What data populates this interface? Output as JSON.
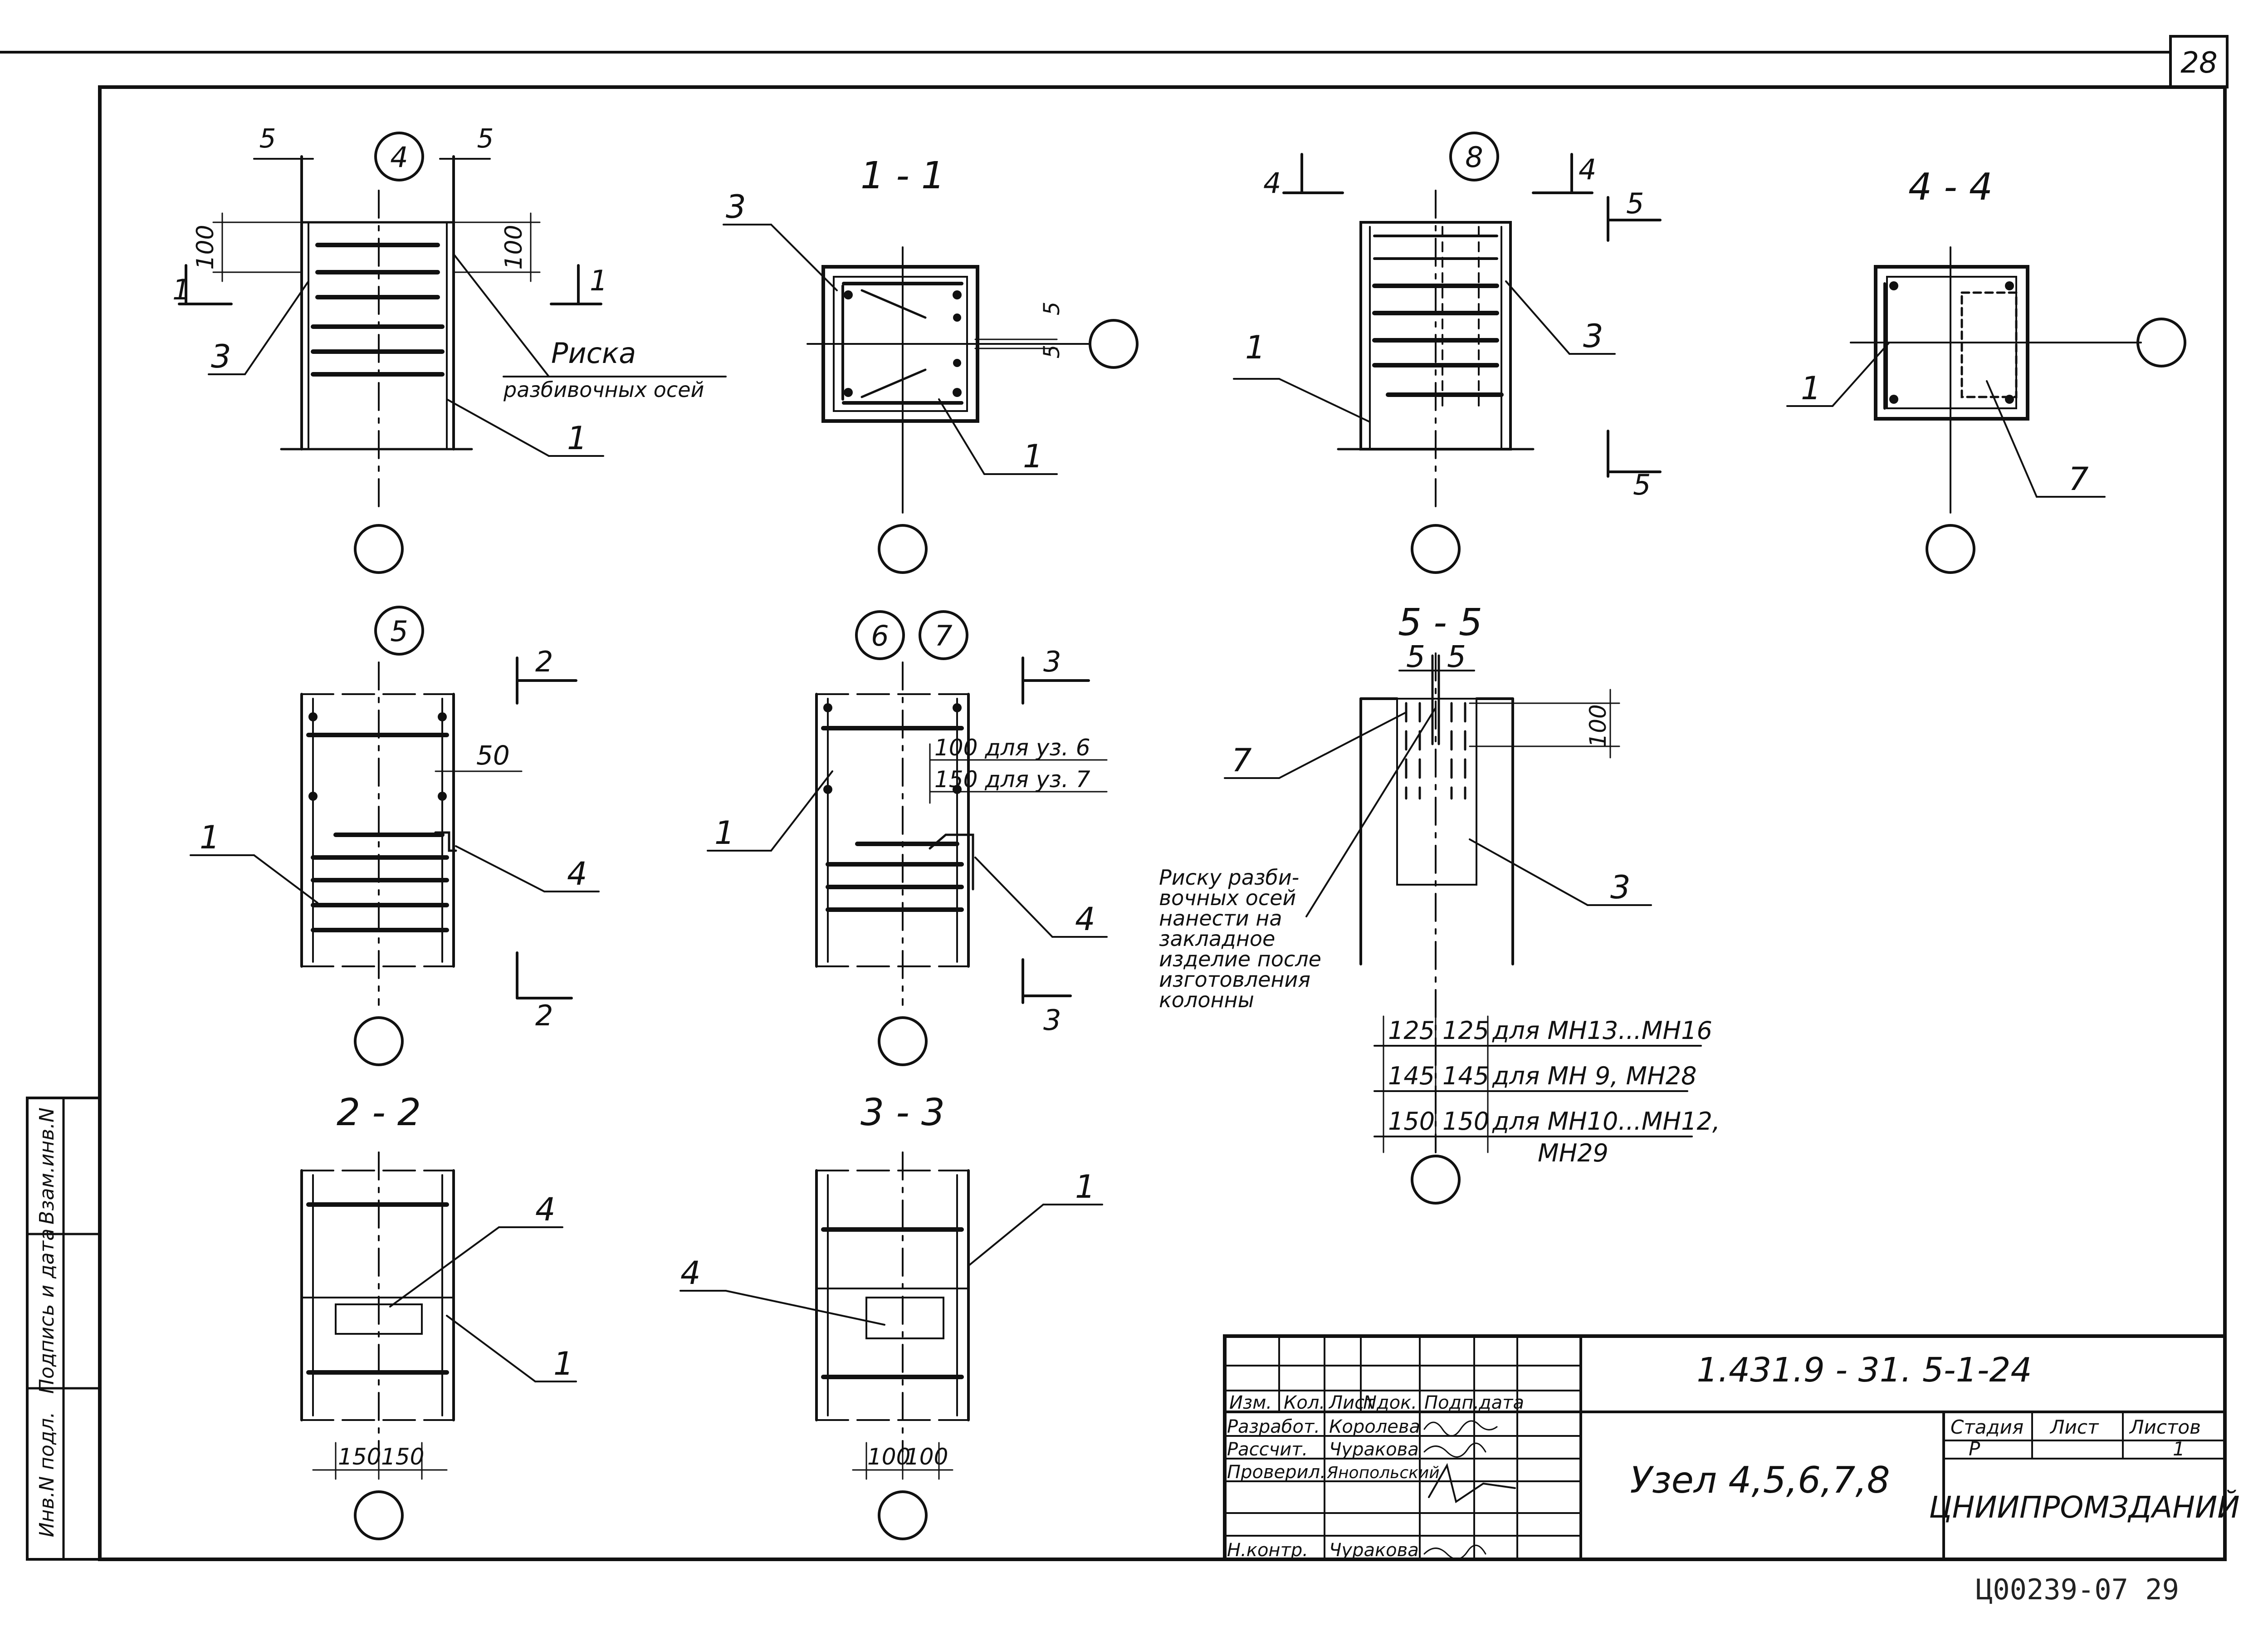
{
  "sheet_number": "28",
  "views": {
    "node4": {
      "marker": "4",
      "dim_left": "5",
      "dim_right": "5",
      "dim_100_left": "100",
      "dim_100_right": "100",
      "cut_left": "1",
      "cut_right": "1",
      "callout_3": "3",
      "callout_1": "1",
      "note_line1": "Риска",
      "note_line2": "разбивочных осей"
    },
    "section11": {
      "title": "1 - 1",
      "callout_3": "3",
      "callout_1": "1",
      "dim_top": "5",
      "dim_bottom": "5"
    },
    "node8": {
      "marker": "8",
      "cut_left": "4",
      "cut_right": "4",
      "cut_5_top": "5",
      "cut_5_bottom": "5",
      "callout_1": "1",
      "callout_3": "3"
    },
    "section44": {
      "title": "4 - 4",
      "callout_1": "1",
      "callout_7": "7"
    },
    "node5": {
      "marker": "5",
      "cut_top": "2",
      "cut_bottom": "2",
      "dim_50": "50",
      "callout_1": "1",
      "callout_4": "4"
    },
    "node67": {
      "marker_a": "6",
      "marker_b": "7",
      "cut_top": "3",
      "cut_bottom": "3",
      "note_line1": "100 для уз. 6",
      "note_line2": "150 для уз. 7",
      "callout_1": "1",
      "callout_4": "4"
    },
    "section55": {
      "title": "5 - 5",
      "sub_left": "5",
      "sub_right": "5",
      "dim_100": "100",
      "callout_7": "7",
      "callout_3": "3",
      "note_lines": [
        "Риску разби-",
        "вочных осей",
        "нанести на",
        "закладное",
        "изделие после",
        "изготовления",
        "колонны"
      ],
      "table_rows": [
        {
          "a": "125",
          "b": "125",
          "text": "для МН13...МН16"
        },
        {
          "a": "145",
          "b": "145",
          "text": "для МН 9, МН28"
        },
        {
          "a": "150",
          "b": "150",
          "text": "для МН10...МН12,"
        }
      ],
      "table_extra": "МН29"
    },
    "section22": {
      "title": "2 - 2",
      "callout_4": "4",
      "callout_1": "1",
      "dim_a": "150",
      "dim_b": "150"
    },
    "section33": {
      "title": "3 - 3",
      "callout_4": "4",
      "callout_1": "1",
      "dim_a": "100",
      "dim_b": "100"
    }
  },
  "side_stamp": [
    "Инв.N подл.",
    "Подпись и дата",
    "Взам.инв.N"
  ],
  "title_block": {
    "code": "1.431.9 - 31. 5-1-24",
    "name": "Узел 4,5,6,7,8",
    "header": [
      "Изм.",
      "Кол.",
      "Лист",
      "Nдок.",
      "Подп.",
      "дата"
    ],
    "roles": [
      "Разработ.",
      "Рассчит.",
      "Проверил.",
      "",
      "Н.контр."
    ],
    "surnames": [
      "Королева",
      "Чуракова",
      "Янопольский",
      "",
      "Чуракова"
    ],
    "stage_label": "Стадия",
    "sheet_label": "Лист",
    "sheets_label": "Листов",
    "stage": "Р",
    "sheets": "1",
    "org": "ЦНИИПРОМЗДАНИЙ"
  },
  "bottom_code": "Ц00239-07   29"
}
